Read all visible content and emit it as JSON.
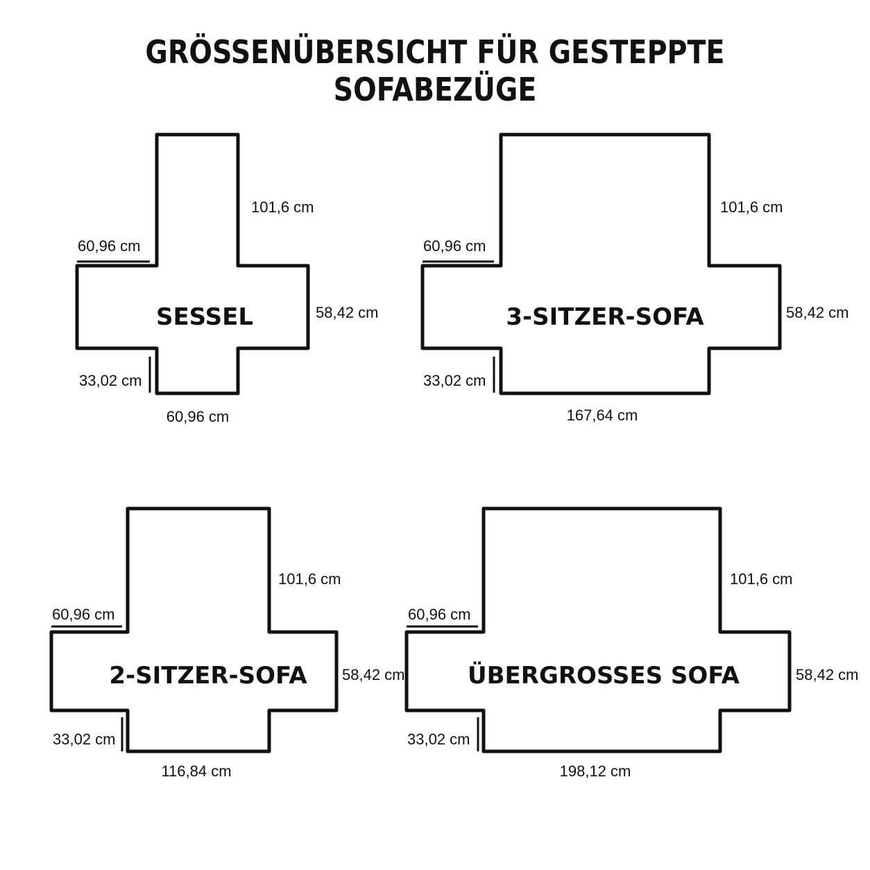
{
  "title": "GRÖSSENÜBERSICHT FÜR GESTEPPTE SOFABEZÜGE",
  "panels": [
    {
      "name": "SESSEL",
      "back_height": "101,6 cm",
      "arm_width": "60,96 cm",
      "side_height": "58,42 cm",
      "skirt_height": "33,02 cm",
      "seat_width": "60,96 cm"
    },
    {
      "name": "3-SITZER-SOFA",
      "back_height": "101,6 cm",
      "arm_width": "60,96 cm",
      "side_height": "58,42 cm",
      "skirt_height": "33,02 cm",
      "seat_width": "167,64 cm"
    },
    {
      "name": "2-SITZER-SOFA",
      "back_height": "101,6 cm",
      "arm_width": "60,96 cm",
      "side_height": "58,42 cm",
      "skirt_height": "33,02 cm",
      "seat_width": "116,84 cm"
    },
    {
      "name": "ÜBERGROSSES SOFA",
      "back_height": "101,6 cm",
      "arm_width": "60,96 cm",
      "side_height": "58,42 cm",
      "skirt_height": "33,02 cm",
      "seat_width": "198,12 cm"
    }
  ]
}
